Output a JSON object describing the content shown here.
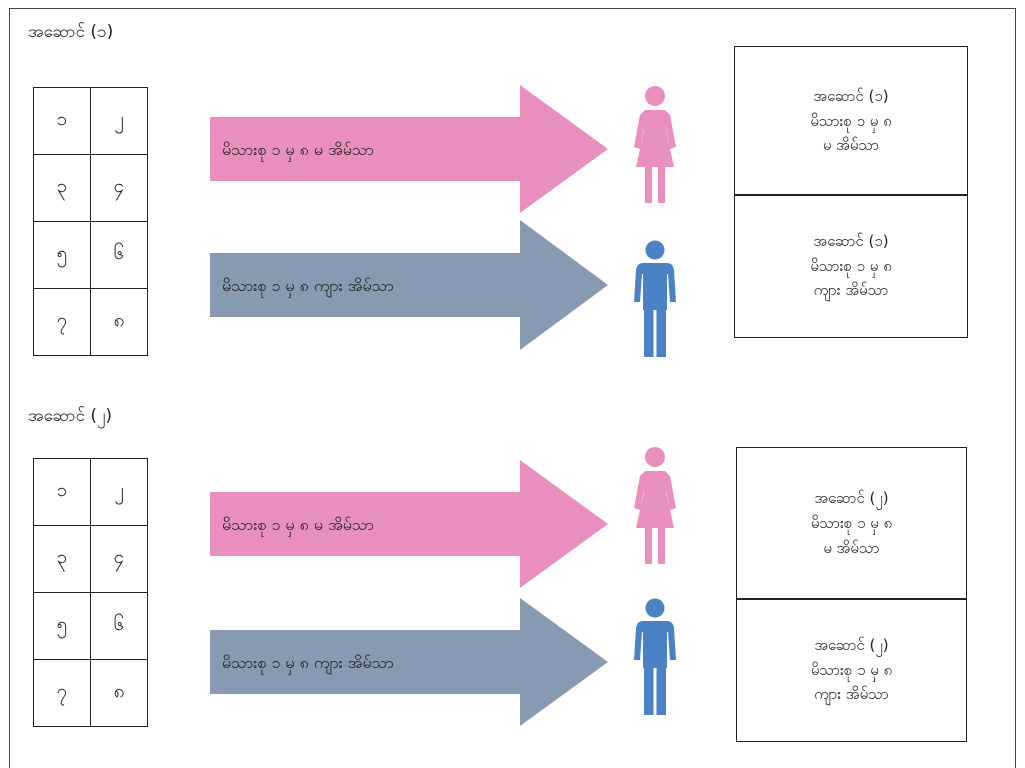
{
  "colors": {
    "female": "#e98fbd",
    "male": "#8899b2",
    "female_icon": "#e98fbd",
    "male_icon": "#4a82c4"
  },
  "sections": [
    {
      "title": "အဆောင် (၁)",
      "grid": [
        [
          "၁",
          "၂"
        ],
        [
          "၃",
          "၄"
        ],
        [
          "၅",
          "၆"
        ],
        [
          "၇",
          "၈"
        ]
      ],
      "female_arrow_label": "မိသားစု ၁ မှ ၈  မ အိမ်သာ",
      "male_arrow_label": "မိသားစု ၁ မှ ၈ ကျား အိမ်သာ",
      "female_box": [
        "အဆောင် (၁)",
        "မိသားစု ၁ မှ ၈",
        "မ အိမ်သာ"
      ],
      "male_box": [
        "အဆောင် (၁)",
        "မိသားစု ၁ မှ ၈",
        "ကျား အိမ်သာ"
      ]
    },
    {
      "title": "အဆောင် (၂)",
      "grid": [
        [
          "၁",
          "၂"
        ],
        [
          "၃",
          "၄"
        ],
        [
          "၅",
          "၆"
        ],
        [
          "၇",
          "၈"
        ]
      ],
      "female_arrow_label": "မိသားစု ၁ မှ ၈  မ အိမ်သာ",
      "male_arrow_label": "မိသားစု ၁ မှ ၈ ကျား အိမ်သာ",
      "female_box": [
        "အဆောင် (၂)",
        "မိသားစု ၁ မှ ၈",
        "မ အိမ်သာ"
      ],
      "male_box": [
        "အဆောင် (၂)",
        "မိသားစု ၁ မှ ၈",
        "ကျား အိမ်သာ"
      ]
    }
  ]
}
